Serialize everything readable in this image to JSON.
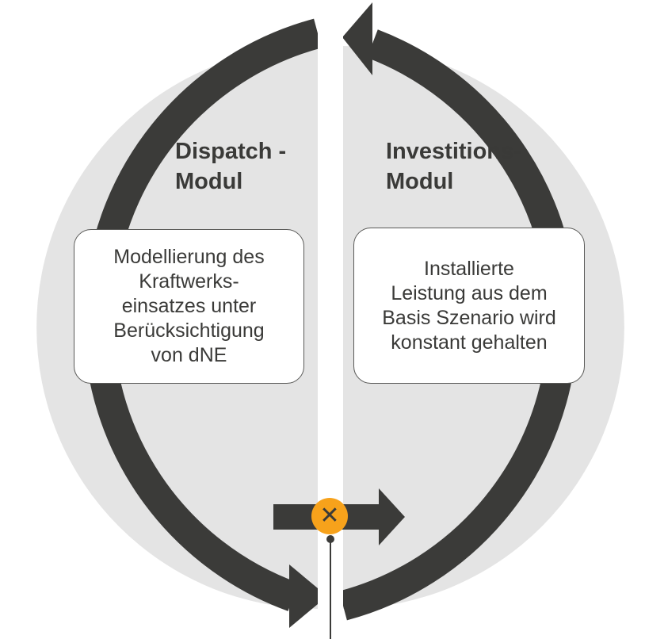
{
  "colors": {
    "ring": "#3b3b39",
    "fill": "#e4e4e4",
    "accent": "#f7a21b",
    "text": "#3a3a38",
    "box_border": "#5a5a58"
  },
  "left_module": {
    "title_line1": "Dispatch -",
    "title_line2": "Modul",
    "box_lines": [
      "Modellierung des",
      "Kraftwerks-",
      "einsatzes unter",
      "Berücksichtigung",
      "von dNE"
    ]
  },
  "right_module": {
    "title_line1": "Investitions-",
    "title_line2": "Modul",
    "box_lines": [
      "Installierte",
      "Leistung aus dem",
      "Basis Szenario wird",
      "konstant gehalten"
    ]
  },
  "stop_icon": {
    "icon": "x-icon",
    "glyph": "✕"
  }
}
